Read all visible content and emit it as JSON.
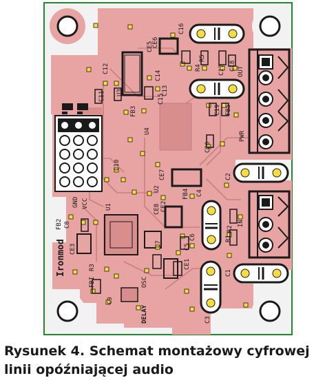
{
  "colors": {
    "board": "#f2f2f2",
    "copper": "#e8a3a3",
    "copper_dark": "#c97f7f",
    "silk": "#1a1a1a",
    "pad": "#f6dd3f",
    "hole": "#ffffff",
    "outline": "#1f8a2a"
  },
  "silkscreen": {
    "ce6": "CE6",
    "c16": "C16",
    "ce5": "CE5",
    "c12": "C12",
    "c11": "C11",
    "u3": "U3",
    "fb3": "FB3",
    "c13": "C13",
    "c15": "C15",
    "c14": "C14",
    "r4": "R4",
    "r5": "R5",
    "c17": "C17",
    "c18": "C18",
    "out": "OUT",
    "c19": "C19",
    "fb5": "FB5",
    "c20": "C20",
    "pwr": "PWR",
    "u4": "U4",
    "ce8": "CE8",
    "c2": "C2",
    "u2": "U2",
    "c10": "C10",
    "ce7": "CE7",
    "c4": "C4",
    "fb4": "FB4",
    "r2": "R2",
    "r1": "R1",
    "in": "IN",
    "gnd": "GND",
    "vcc": "VCC",
    "u1": "U1",
    "ce2": "CE2",
    "ce3": "CE3",
    "c7": "C7",
    "c5": "C5",
    "c6": "C6",
    "fb2": "FB2",
    "c8": "C8",
    "r3": "R3",
    "fbi": "FBI",
    "c9": "C9",
    "c1": "C1",
    "ce1": "CE1",
    "c3": "C3",
    "osc": "OSC",
    "c4b": "C4",
    "delay": "DELAY",
    "brand": "Ironmod"
  },
  "caption": {
    "line1": "Rysunek 4. Schemat montażowy cyfrowej",
    "line2": "linii opóźniającej audio"
  }
}
